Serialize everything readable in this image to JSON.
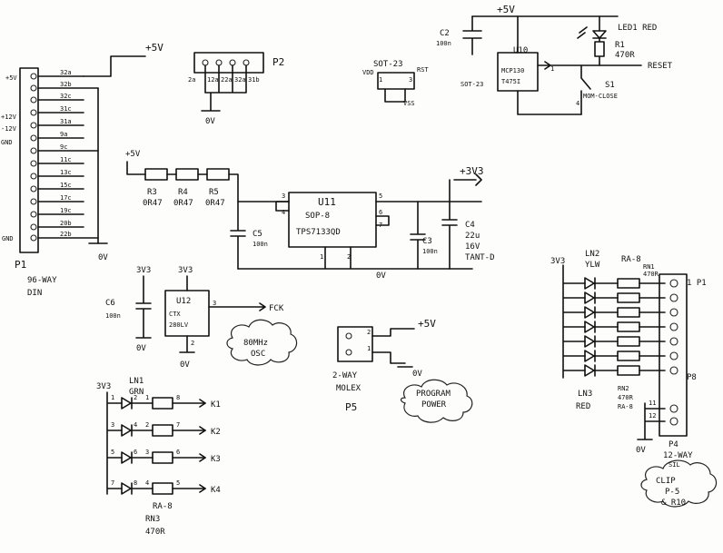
{
  "p1": {
    "ref": "P1",
    "desc": [
      "96-WAY",
      "DIN"
    ],
    "supply": "+5V",
    "ground": "0V",
    "rails": [
      "+5V",
      "+12V",
      "-12V",
      "GND",
      "GND"
    ],
    "pins": [
      "32a",
      "32b",
      "32c",
      "31c",
      "31a",
      "9a",
      "9c",
      "11c",
      "13c",
      "15c",
      "17c",
      "19c",
      "20b",
      "22b"
    ]
  },
  "p2": {
    "ref": "P2",
    "ground": "0V",
    "pins": [
      "2a",
      "12a",
      "22a",
      "32a",
      "31b"
    ]
  },
  "sot23": {
    "title": "SOT-23",
    "pins": [
      "VDD",
      "RST",
      "1",
      "3",
      "VSS"
    ]
  },
  "reset": {
    "supply": "+5V",
    "c2": {
      "ref": "C2",
      "value": "100n"
    },
    "u10": {
      "ref": "U10",
      "part": "MCP130",
      "variant": "T475I",
      "package": "SOT-23",
      "pins": [
        "1"
      ]
    },
    "led1": "LED1 RED",
    "r1": {
      "ref": "R1",
      "value": "470R"
    },
    "output": "RESET",
    "s1": {
      "ref": "S1",
      "desc": "MOM-CLOSE",
      "pin": "4"
    }
  },
  "regulator": {
    "supply": "+5V",
    "output": "+3V3",
    "ground": "0V",
    "r3": {
      "ref": "R3",
      "value": "0R47"
    },
    "r4": {
      "ref": "R4",
      "value": "0R47"
    },
    "r5": {
      "ref": "R5",
      "value": "0R47"
    },
    "u11": {
      "ref": "U11",
      "package": "SOP-8",
      "part": "TPS7133QD",
      "pins": [
        "3",
        "4",
        "5",
        "6",
        "7",
        "1",
        "2"
      ]
    },
    "c5": {
      "ref": "C5",
      "value": "100n"
    },
    "c3": {
      "ref": "C3",
      "value": "100n"
    },
    "c4": {
      "ref": "C4",
      "value": "22u",
      "voltage": "16V",
      "type": "TANT-D"
    }
  },
  "osc": {
    "supply": "3V3",
    "ground": "0V",
    "output": "FCK",
    "c6": {
      "ref": "C6",
      "value": "100n"
    },
    "u12": {
      "ref": "U12",
      "part": "CTX",
      "variant": "280LV",
      "pins": [
        "3",
        "2"
      ]
    },
    "note": [
      "80MHz",
      "OSC"
    ]
  },
  "p5": {
    "ref": "P5",
    "supply": "+5V",
    "ground": "0V",
    "pins": [
      "2",
      "1"
    ],
    "desc": [
      "2-WAY",
      "MOLEX"
    ],
    "note": [
      "PROGRAM",
      "POWER"
    ]
  },
  "keys": {
    "supply": "3V3",
    "ln1": {
      "ref": "LN1",
      "color": "GRN"
    },
    "outputs": [
      "K1",
      "K2",
      "K3",
      "K4"
    ],
    "pins": [
      "1",
      "2",
      "1",
      "8",
      "3",
      "4",
      "2",
      "7",
      "5",
      "6",
      "3",
      "6",
      "7",
      "8",
      "4",
      "5"
    ],
    "rn3": {
      "ref": "RN3",
      "value": "470R",
      "package": "RA-8"
    }
  },
  "leds": {
    "supply": "3V3",
    "ground": "0V",
    "ln2": {
      "ref": "LN2",
      "color": "YLW"
    },
    "ln3": {
      "ref": "LN3",
      "color": "RED"
    },
    "rn": {
      "package": "RA-8",
      "ref": "RN1",
      "value": "470R"
    },
    "rn2": {
      "ref": "RN2",
      "value": "470R",
      "package": "RA-8"
    },
    "p4": {
      "ref": "P4",
      "desc": "12-WAY",
      "sil": "SIL",
      "pins": [
        "1 P1",
        "P8",
        "11",
        "12"
      ],
      "note": [
        "CLIP",
        "P-5",
        "& R10"
      ]
    }
  }
}
